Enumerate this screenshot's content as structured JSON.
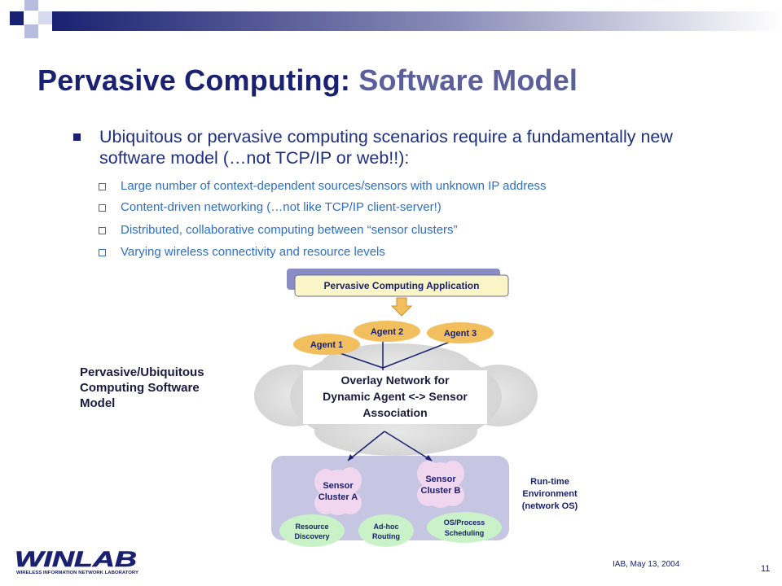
{
  "slide": {
    "title_part1": "Pervasive Computing:",
    "title_part2": "Software Model",
    "bullet_main": "Ubiquitous or pervasive computing scenarios require a fundamentally new software model (…not TCP/IP or web!!):",
    "sub_bullets": [
      "Large number of context-dependent sources/sensors with unknown IP address",
      "Content-driven networking (…not like TCP/IP client-server!)",
      "Distributed, collaborative computing between “sensor clusters”",
      "Varying wireless connectivity and resource levels"
    ]
  },
  "diagram": {
    "app_label": "Pervasive Computing Application",
    "agents": [
      "Agent 1",
      "Agent 2",
      "Agent 3"
    ],
    "overlay_lines": [
      "Overlay Network for",
      "Dynamic Agent <-> Sensor",
      "Association"
    ],
    "side_label_lines": [
      "Pervasive/Ubiquitous",
      "Computing Software",
      "Model"
    ],
    "cluster_a": [
      "Sensor",
      "Cluster A"
    ],
    "cluster_b": [
      "Sensor",
      "Cluster B"
    ],
    "services": [
      [
        "Resource",
        "Discovery"
      ],
      [
        "Ad-hoc",
        "Routing"
      ],
      [
        "OS/Process",
        "Scheduling"
      ]
    ],
    "runtime_lines": [
      "Run-time",
      "Environment",
      "(network OS)"
    ]
  },
  "footer": {
    "logo_text": "WINLAB",
    "logo_subtext": "WIRELESS INFORMATION NETWORK LABORATORY",
    "date": "IAB, May 13, 2004",
    "page_number": "11"
  },
  "colors": {
    "title_dark": "#1a2170",
    "title_light": "#5b5f9a",
    "sub_bullet": "#2e6fc6",
    "cloud": "#d8d8d8",
    "runtime_box": "#c6c6e2",
    "agent": "#f2bf5e",
    "service": "#c9f2c9",
    "cluster": "#f0d6ee",
    "app_box": "#fbf6c8"
  }
}
